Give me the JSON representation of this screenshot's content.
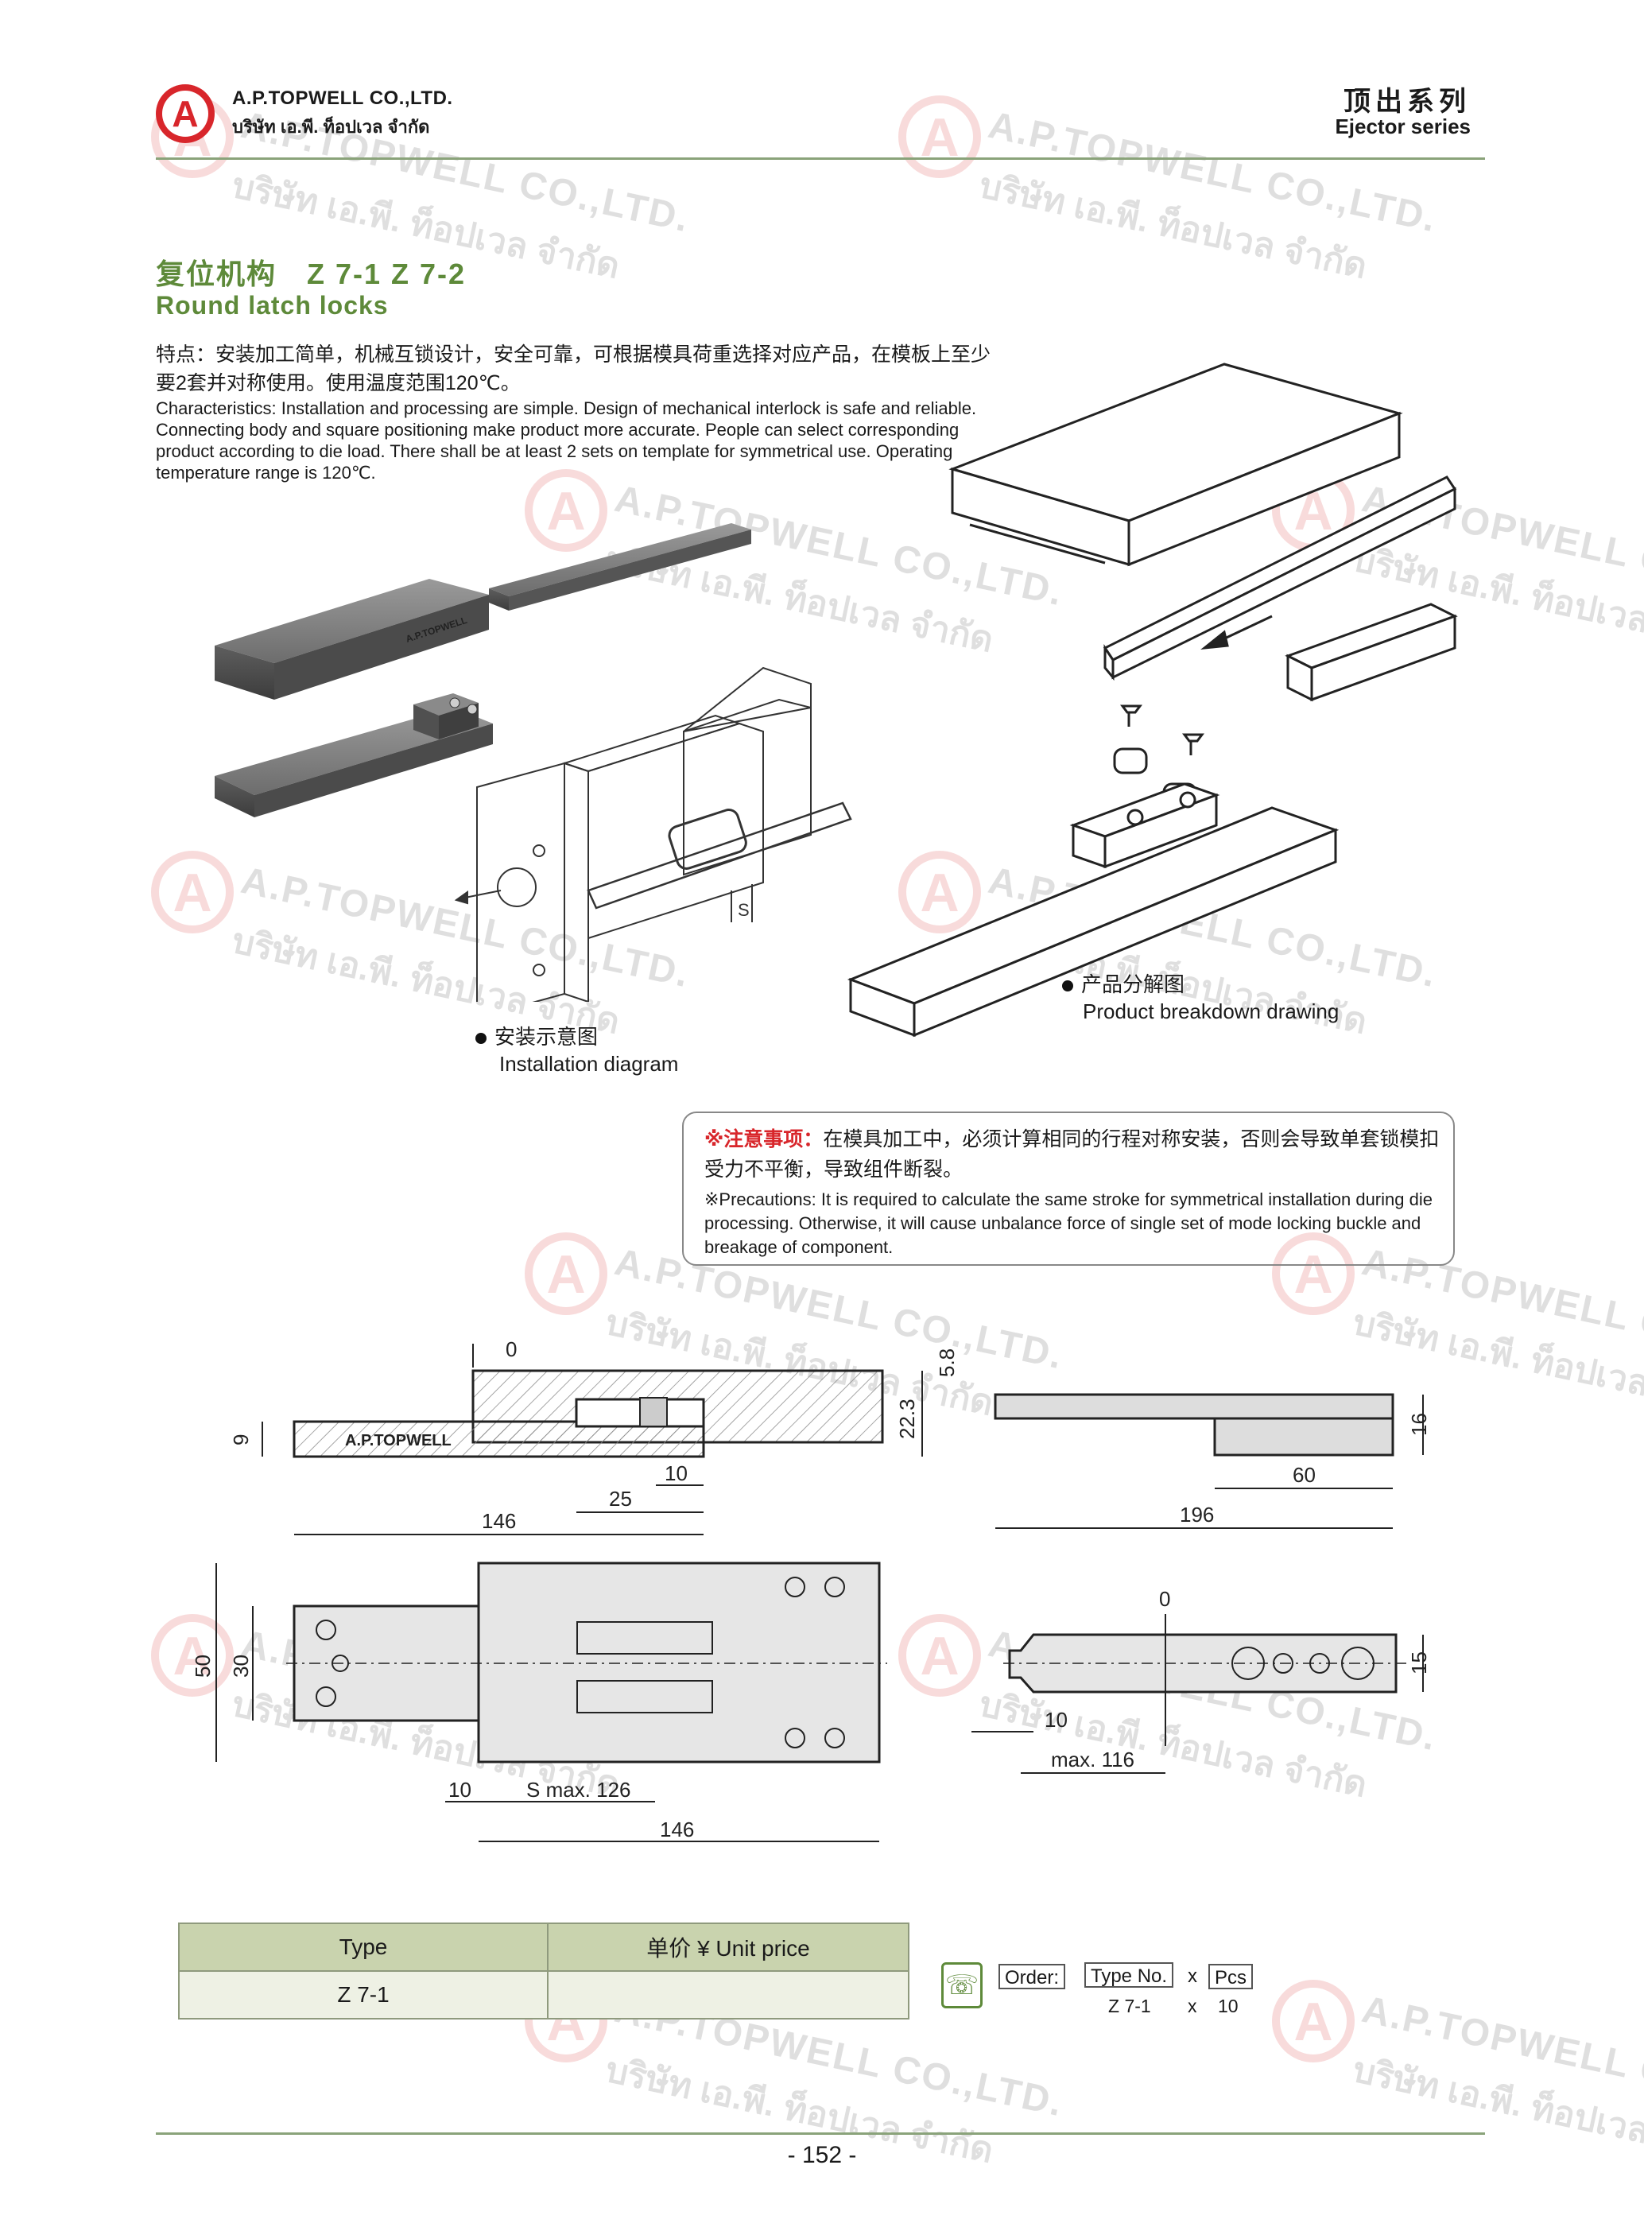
{
  "header": {
    "company_name": "A.P.TOPWELL CO.,LTD.",
    "company_thai": "บริษัท เอ.พี. ท็อปเวล จำกัด",
    "logo_letter": "A",
    "series_cn": "顶出系列",
    "series_en": "Ejector series"
  },
  "watermark": {
    "line1": "A.P.TOPWELL CO.,LTD.",
    "line2": "บริษัท เอ.พี. ท็อปเวล จำกัด"
  },
  "title": {
    "cn": "复位机构　Z 7-1  Z 7-2",
    "en": "Round latch locks"
  },
  "features": {
    "cn": "特点：安装加工简单，机械互锁设计，安全可靠，可根据模具荷重选择对应产品，在模板上至少要2套并对称使用。使用温度范围120℃。",
    "en": "Characteristics: Installation and processing are simple. Design of mechanical interlock is safe and reliable. Connecting body and square positioning make product more accurate. People can select corresponding product according to die load. There shall be at least 2 sets on template for symmetrical use. Operating temperature range is 120℃."
  },
  "captions": {
    "install_cn": "安装示意图",
    "install_en": "Installation diagram",
    "breakdown_cn": "产品分解图",
    "breakdown_en": "Product breakdown drawing",
    "product_mark": "A.P.TOPWELL",
    "stroke_label": "S"
  },
  "precautions": {
    "label_cn": "※注意事项：",
    "text_cn": "在模具加工中，必须计算相同的行程对称安装，否则会导致单套锁模扣受力不平衡，导致组件断裂。",
    "text_en": "※Precautions: It is required to calculate the same stroke for symmetrical installation during die processing. Otherwise, it will cause unbalance force of single set of mode locking buckle and breakage of component."
  },
  "dimensions": {
    "front": {
      "zero": "0",
      "d9": "9",
      "d22_3": "22.3",
      "d5_8": "5.8",
      "d10": "10",
      "d25": "25",
      "d146": "146",
      "mark": "A.P.TOPWELL"
    },
    "side": {
      "d16": "16",
      "d60": "60",
      "d196": "196"
    },
    "plan": {
      "d50": "50",
      "d30": "30",
      "d10": "10",
      "s_max": "S max. 126",
      "d146": "146"
    },
    "rod": {
      "zero": "0",
      "d15": "15",
      "d10": "10",
      "max": "max. 116"
    }
  },
  "table": {
    "headers": [
      "Type",
      "单价 ¥ Unit price"
    ],
    "rows": [
      [
        "Z 7-1",
        ""
      ]
    ]
  },
  "order": {
    "label": "Order:",
    "type_label": "Type No.",
    "times": "x",
    "pcs_label": "Pcs",
    "type_value": "Z 7-1",
    "pcs_value": "10"
  },
  "page": {
    "number": "- 152 -"
  }
}
